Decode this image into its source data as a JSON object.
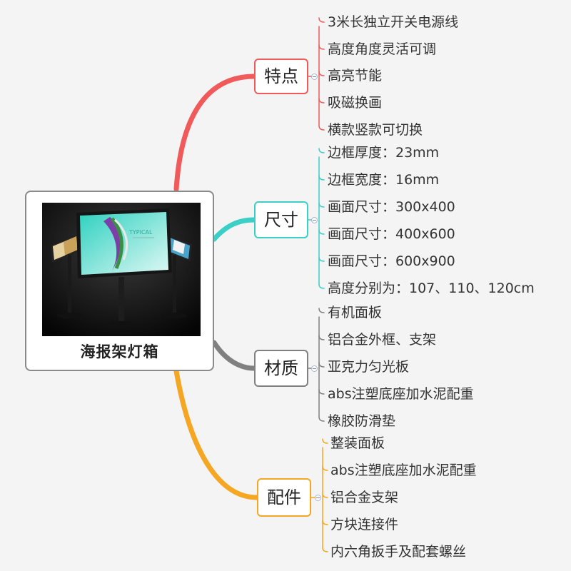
{
  "root": {
    "title": "海报架灯箱",
    "image_description": "poster stand light box product photo",
    "image_text": "TYPICAL"
  },
  "colors": {
    "features": "#f05a5a",
    "size": "#3ccfc6",
    "material": "#808080",
    "accessories": "#f5a623"
  },
  "branches": [
    {
      "label": "特点",
      "color": "#f05a5a",
      "items": [
        "3米长独立开关电源线",
        "高度角度灵活可调",
        "高亮节能",
        "吸磁换画",
        "横款竖款可切换"
      ]
    },
    {
      "label": "尺寸",
      "color": "#3ccfc6",
      "items": [
        "边框厚度：23mm",
        "边框宽度：16mm",
        "画面尺寸：300x400",
        "画面尺寸：400x600",
        "画面尺寸：600x900",
        "高度分别为：107、110、120cm"
      ]
    },
    {
      "label": "材质",
      "color": "#808080",
      "items": [
        "有机面板",
        "铝合金外框、支架",
        "亚克力匀光板",
        "abs注塑底座加水泥配重",
        "橡胶防滑垫"
      ]
    },
    {
      "label": "配件",
      "color": "#f5a623",
      "items": [
        "整装面板",
        "abs注塑底座加水泥配重",
        "铝合金支架",
        "方块连接件",
        "内六角扳手及配套螺丝"
      ]
    }
  ]
}
